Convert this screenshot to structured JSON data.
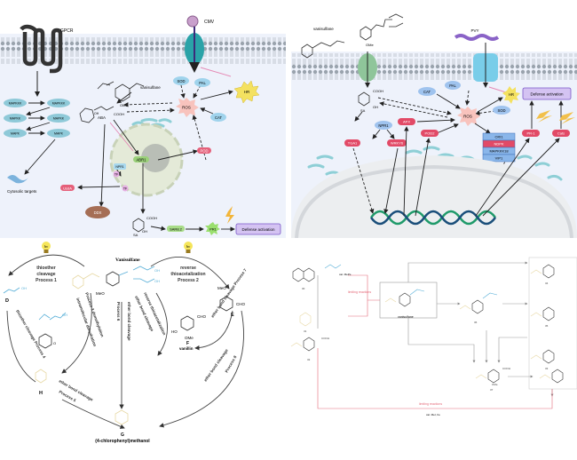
{
  "panel1": {
    "gpcr": "GPCR",
    "cmv": "CMV",
    "mapkkk": "MAPKKK",
    "mapkk": "MAPKK",
    "mapk": "MAPK",
    "cytosolic_targets": "Cytosolic targets",
    "vanisulfane": "vanisulfane",
    "ome": "OMe",
    "aba": "ABA",
    "cooh": "COOH",
    "oh": "OH",
    "sod": "SOD",
    "pal": "PAL",
    "ros": "ROS",
    "hr": "HR",
    "cat": "CAT",
    "pod": "POD",
    "abr1": "ABR1",
    "npr1": "NPR1",
    "tf": "TF",
    "p": "P",
    "usda": "UsdA",
    "ddx": "DDX",
    "sa": "SA",
    "sar82": "SAR8.2",
    "pr1": "PR1",
    "defense": "Defense activation"
  },
  "panel2": {
    "vanisulfane": "vanisulfane",
    "ome": "OMe",
    "pvy": "PVY",
    "cooh": "COOH",
    "oh": "OH",
    "sa": "SA",
    "cat": "CAT",
    "pal": "PAL",
    "hr": "HR",
    "ros": "ROS",
    "sod": "SOD",
    "npr1": "NPR1",
    "tga1": "TGA1",
    "wrky6": "WRKY6",
    "apx": "APX",
    "pod2": "POD2",
    "stack": [
      "OXI1",
      "NDPK",
      "MAPKKK18",
      "VIP1"
    ],
    "defense": "Defense activation",
    "pr1": "PR-1",
    "cats": "Cats"
  },
  "panel3": {
    "hv": "hν",
    "process1": [
      "thioether",
      "cleavage",
      "Process 1"
    ],
    "process2": [
      "reverse",
      "thioacetalization",
      "Process 2"
    ],
    "vanisulfane": "Vanisulfane",
    "meo": "MeO",
    "oh": "OH",
    "cho": "CHO",
    "d": "D",
    "e": "E",
    "f": "F",
    "vanillin": "vanillin",
    "g": "G",
    "g_name": "(4-chlorophenyl)methanol",
    "h": "H",
    "process3": "Process 3 demethylation",
    "intramolecular": "intramolecular dehydration",
    "process4": "thioether cleavage Process 4",
    "process5": "ether bond cleavage",
    "process5_label": "Process 5",
    "process6": "Process 6",
    "process6b": "ether bond cleavage",
    "rev_thio": "reverse thioacetalization",
    "ether_bond": "ether bond cleavage",
    "process7": "ether bond cleavage Process 7",
    "process8": "ether bond cleavage",
    "process8_label": "Process 8",
    "ome": "OMe",
    "ho": "HO"
  },
  "panel4": {
    "limiting1": "limiting reactions",
    "limiting2": "limiting reactions",
    "cond": "cat. MePs",
    "cond2": "cat. MeI, Fe",
    "vanisulfane": "vanisulfane",
    "labels": [
      "30",
      "31",
      "32",
      "36",
      "34",
      "35",
      "33",
      "37"
    ],
    "cooh": "COOH",
    "ome": "OMe"
  }
}
